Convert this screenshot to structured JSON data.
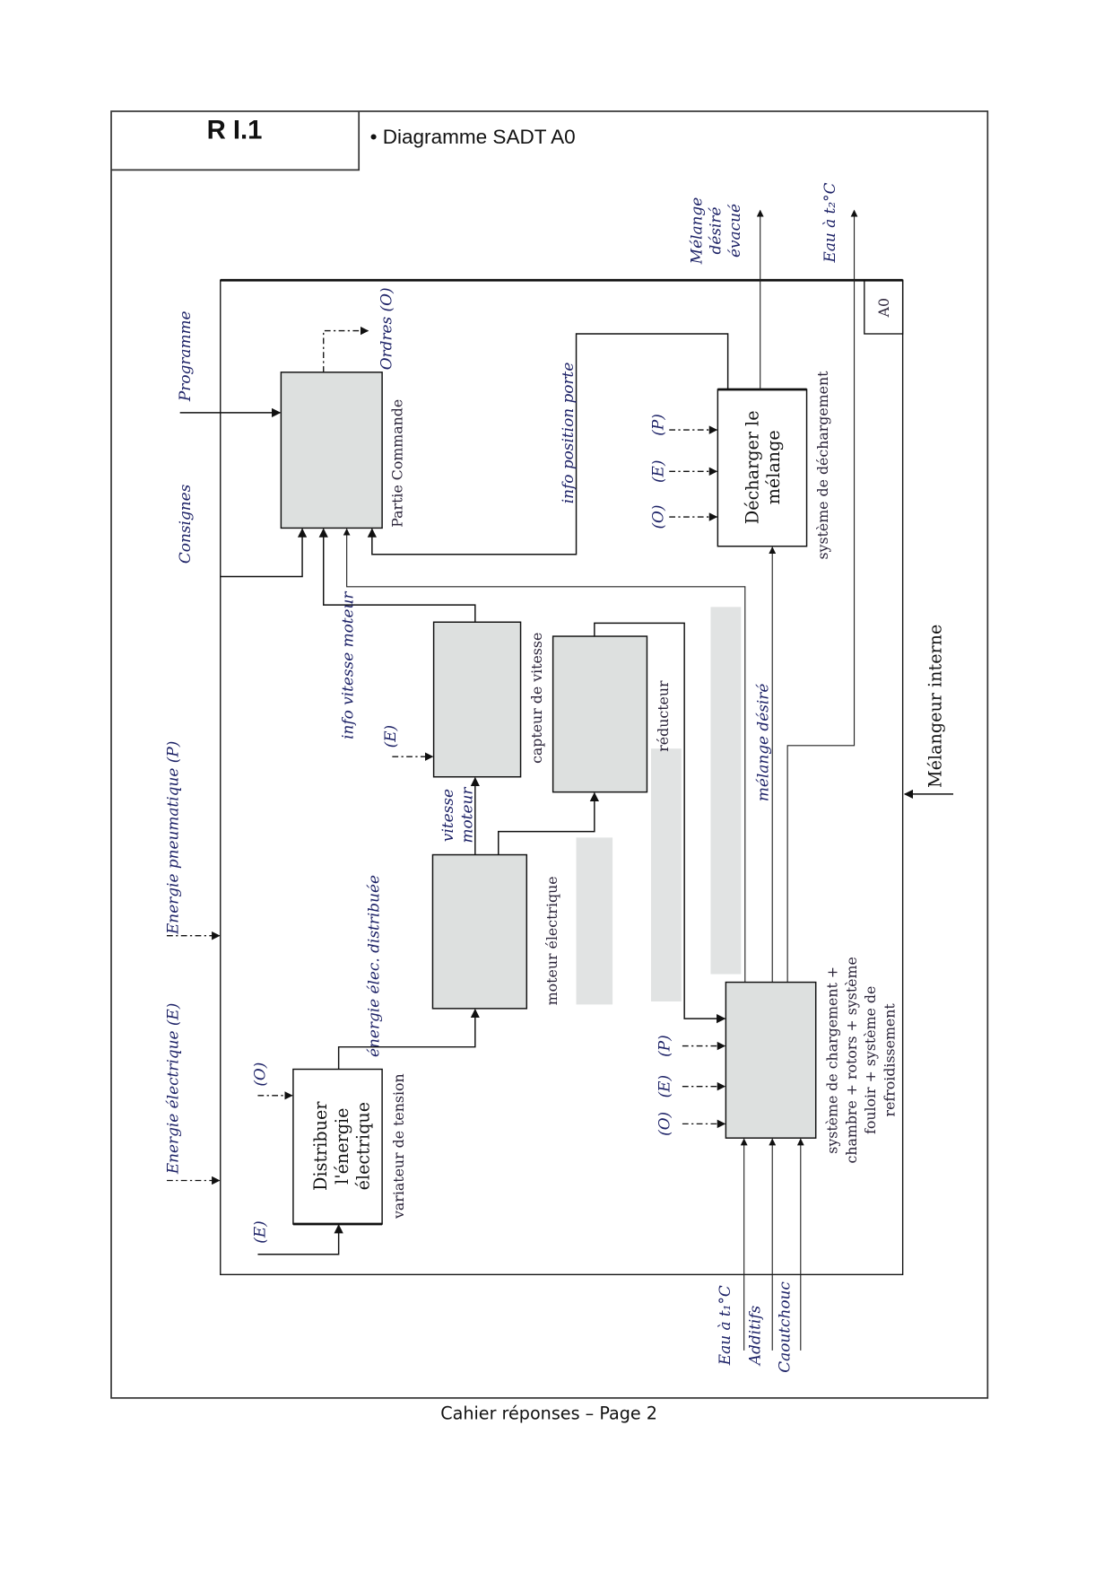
{
  "header": {
    "code": "R I.1",
    "title": "• Diagramme SADT A0"
  },
  "footer": "Cahier réponses – Page 2",
  "diagram": {
    "node_id": "A0",
    "inputs_left": {
      "programme": "Programme",
      "consignes": "Consignes",
      "energie_pneu": "Energie pneumatique (P)",
      "energie_elec": "Energie électrique (E)"
    },
    "outputs_top": {
      "melange_evacue": [
        "Mélange",
        "désiré",
        "évacué"
      ],
      "eau_t2": "Eau à t₂°C"
    },
    "inputs_bottom": {
      "eau_t1": "Eau à t₁°C",
      "additifs": "Additifs",
      "caoutchouc": "Caoutchouc"
    },
    "mechanism_right": "Mélangeur interne",
    "blocks": {
      "partie_commande": {
        "support": "Partie Commande",
        "output": "Ordres (O)"
      },
      "decharger": {
        "title": [
          "Décharger le",
          "mélange"
        ],
        "support": "système de déchargement",
        "inputs": [
          "(P)",
          "(E)",
          "(O)"
        ]
      },
      "distribuer": {
        "title": [
          "Distribuer",
          "l'énergie",
          "électrique"
        ],
        "support": "variateur de tension",
        "inputs": [
          "(O)",
          "(E)"
        ]
      },
      "vitesse_block": {
        "support": "capteur de vitesse",
        "input": "(E)"
      },
      "capteur_block": {
        "support": "réducteur"
      },
      "moteur_block": {
        "support": "moteur électrique"
      },
      "melangeur_block": {
        "support": [
          "système de chargement +",
          "chambre + rotors + système",
          "fouloir + système de",
          "refroidissement"
        ],
        "inputs": [
          "(P)",
          "(E)",
          "(O)"
        ]
      }
    },
    "flows": {
      "info_position_porte": "info position porte",
      "info_vitesse_moteur": "info vitesse moteur",
      "vitesse_moteur": [
        "vitesse",
        "moteur"
      ],
      "energie_distribuee": "énergie élec. distribuée",
      "melange_desire": "mélange désiré"
    }
  }
}
